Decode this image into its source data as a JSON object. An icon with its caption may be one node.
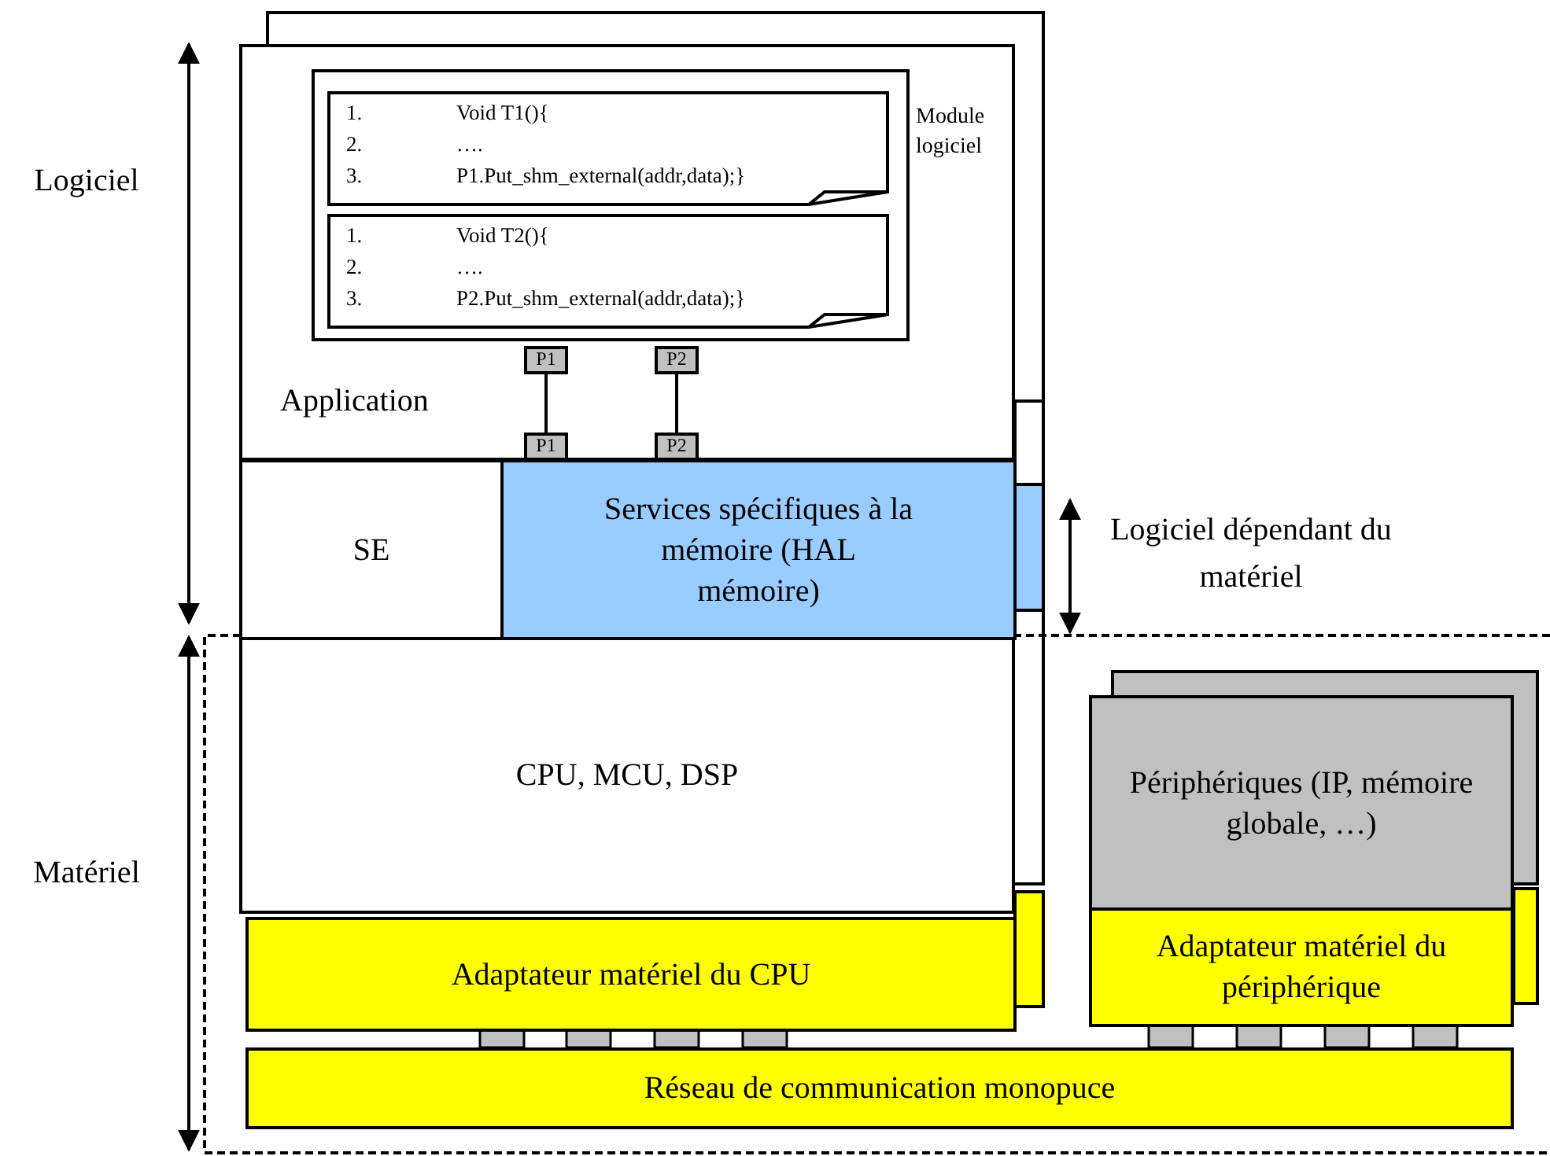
{
  "diagram": {
    "nodes": [
      {
        "text": [
          "Application"
        ]
      },
      {
        "text": [],
        "shape": "box",
        "in": 0,
        "beside": [
          "Module logiciel"
        ]
      },
      {
        "text": [
          "1.",
          "Void T1(){",
          "2.",
          "….",
          "3.",
          "P1.Put_shm_external(addr,data);}"
        ],
        "in": 1
      },
      {
        "text": [
          "1.",
          "Void T2(){",
          "2.",
          "….",
          "3.",
          "P2.Put_shm_external(addr,data);}"
        ],
        "in": 1
      },
      {
        "text": [
          "P1"
        ],
        "in": 0
      },
      {
        "text": [
          "P2"
        ],
        "in": 0
      },
      {
        "text": [
          "P1"
        ],
        "in": 0
      },
      {
        "text": [
          "P2"
        ],
        "in": 0
      },
      {
        "text": [
          "SE"
        ]
      },
      {
        "text": [
          "Services spécifiques à la mémoire (HAL mémoire)"
        ]
      },
      {
        "text": [
          "CPU, MCU, DSP"
        ]
      },
      {
        "text": [
          "Adaptateur matériel du CPU"
        ]
      },
      {
        "text": [
          "Périphériques (IP, mémoire globale, …)"
        ]
      },
      {
        "text": [
          "Adaptateur matériel du périphérique"
        ]
      },
      {
        "text": [
          "Réseau de communication monopuce"
        ]
      }
    ],
    "edges": [
      {
        "from": 4,
        "to": 6,
        "arrow": "none"
      },
      {
        "from": 5,
        "to": 7,
        "arrow": "none"
      }
    ],
    "labels": [
      "Logiciel",
      "Logiciel dépendant du matériel",
      "Matériel"
    ]
  }
}
